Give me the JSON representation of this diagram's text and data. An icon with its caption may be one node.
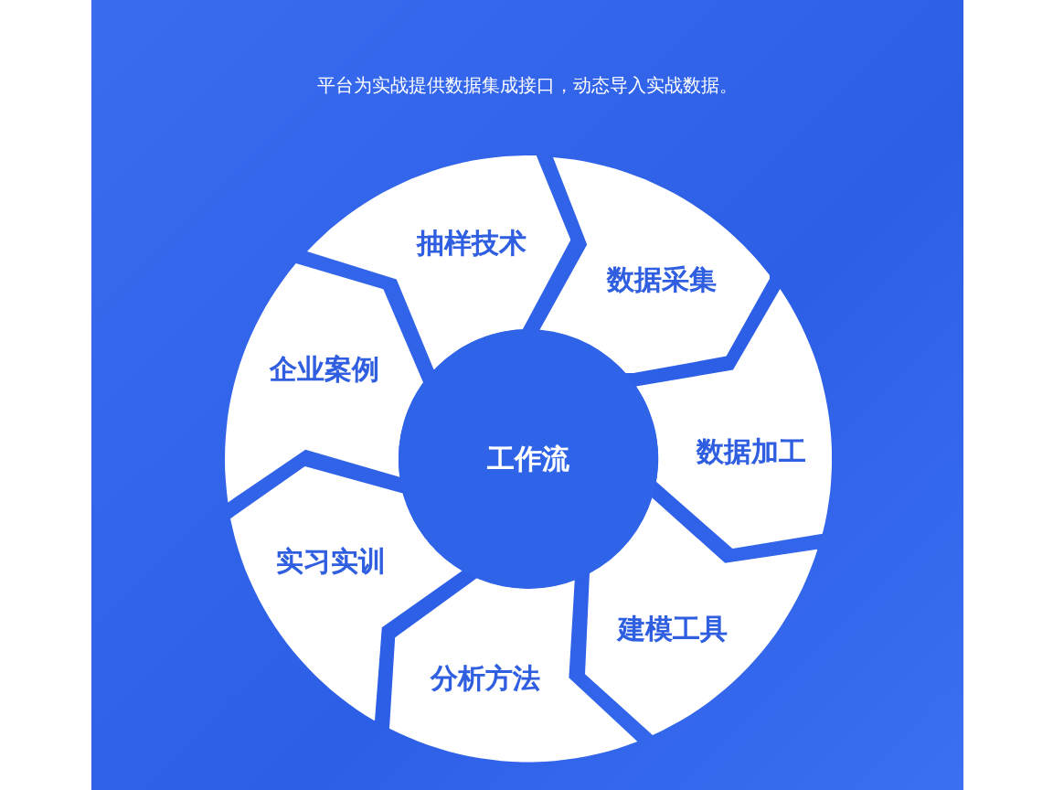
{
  "diagram": {
    "nodes": [
      {
        "text": [
          "工作流"
        ]
      },
      {
        "text": [
          "抽样技术"
        ]
      },
      {
        "text": [
          "数据采集"
        ]
      },
      {
        "text": [
          "数据加工"
        ]
      },
      {
        "text": [
          "建模工具"
        ]
      },
      {
        "text": [
          "分析方法"
        ]
      },
      {
        "text": [
          "实习实训"
        ]
      },
      {
        "text": [
          "企业案例"
        ]
      }
    ],
    "labels": [
      "平台为实战提供数据集成接口，动态导入实战数据。"
    ]
  }
}
